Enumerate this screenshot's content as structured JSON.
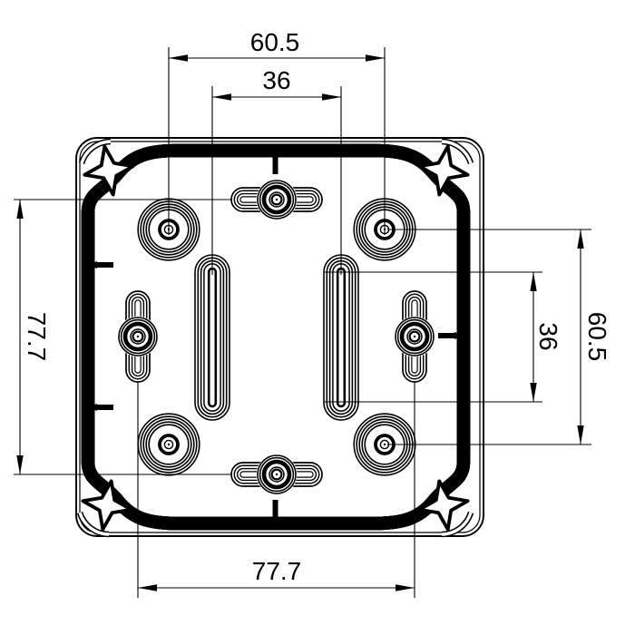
{
  "drawing": {
    "description": "enclosure-bottom-view-technical-drawing",
    "background_color": "#ffffff",
    "line_color": "#000000",
    "dimensions": {
      "top_hole_spacing": "60.5",
      "top_slot_spacing": "36",
      "left_boss_spacing": "77.7",
      "right_hole_spacing": "60.5",
      "right_slot_span": "36",
      "bottom_boss_spacing": "77.7"
    }
  }
}
